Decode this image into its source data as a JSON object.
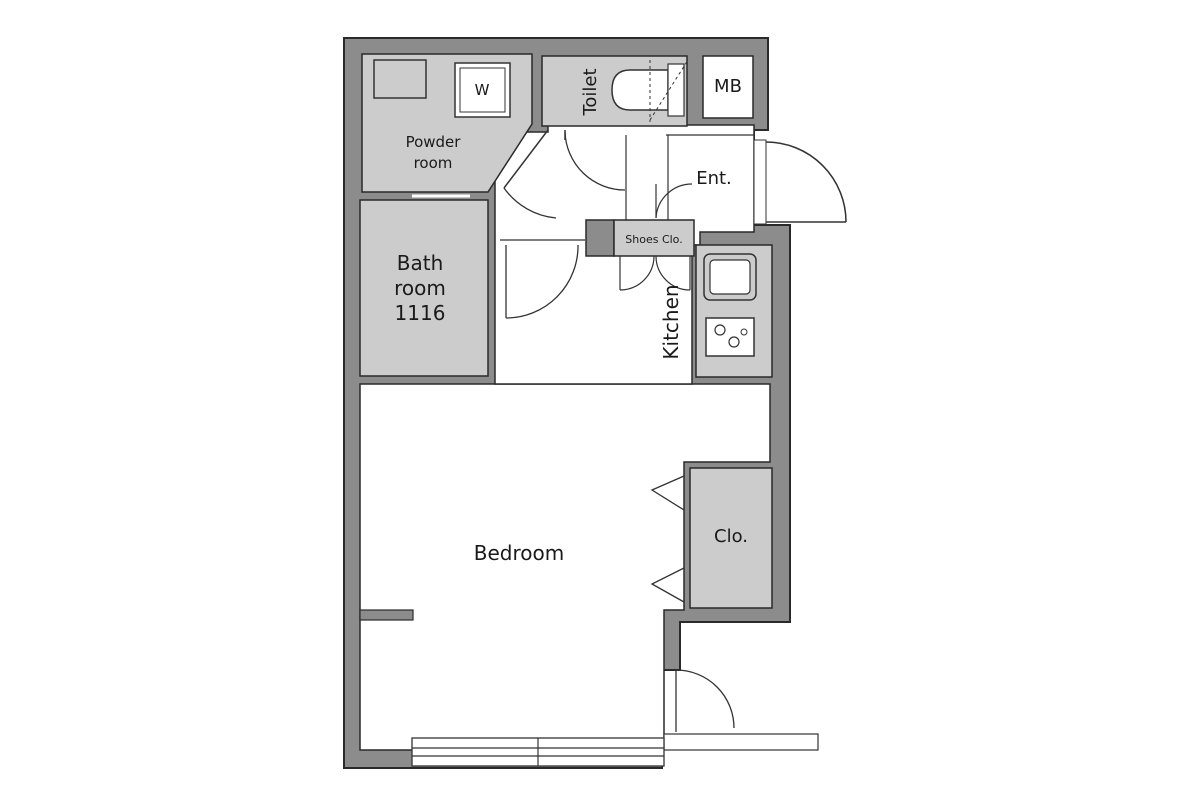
{
  "rooms": {
    "powder_room": {
      "line1": "Powder",
      "line2": "room"
    },
    "washer": "W",
    "toilet": "Toilet",
    "mb": "MB",
    "entrance": "Ent.",
    "bath": {
      "line1": "Bath",
      "line2": "room",
      "line3": "1116"
    },
    "shoes_closet": "Shoes  Clo.",
    "kitchen": "Kitchen",
    "bedroom": "Bedroom",
    "closet": "Clo."
  },
  "colors": {
    "wall": "#8c8c8c",
    "wall_stroke": "#2a2a2a",
    "room_fill": "#cccccc",
    "floor": "#ffffff",
    "line": "#333333"
  }
}
